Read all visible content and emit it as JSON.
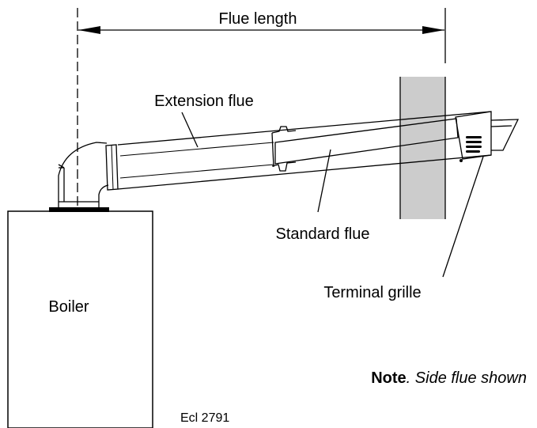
{
  "labels": {
    "flue_length": "Flue length",
    "extension_flue": "Extension flue",
    "standard_flue": "Standard flue",
    "terminal_grille": "Terminal grille",
    "boiler": "Boiler",
    "note_bold": "Note",
    "note_italic": ". Side flue shown",
    "figure_code": "Ecl 2791"
  },
  "colors": {
    "wall_fill": "#cccccc",
    "line": "#000000",
    "background": "#ffffff"
  }
}
